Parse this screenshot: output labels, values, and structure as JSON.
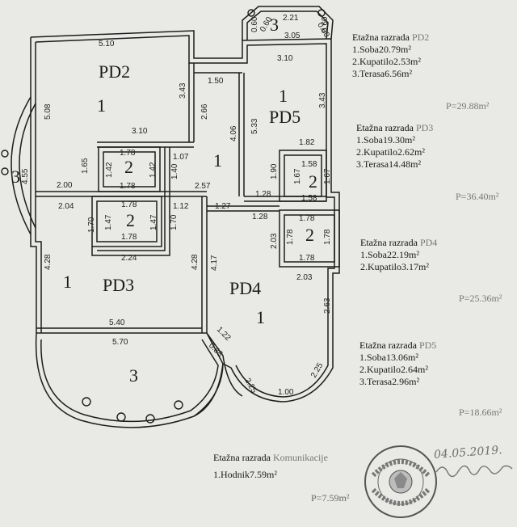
{
  "plan": {
    "labels": {
      "pd2": "PD2",
      "pd3": "PD3",
      "pd4": "PD4",
      "pd5": "PD5",
      "r1": "1",
      "r2": "2",
      "r3": "3"
    },
    "dims": {
      "d510": "5.10",
      "d508": "5.08",
      "d343a": "3.43",
      "d310a": "3.10",
      "d165": "1.65",
      "d200": "2.00",
      "d455": "4.55",
      "d150": "1.50",
      "d266": "2.66",
      "d406": "4.06",
      "d107": "1.07",
      "d140": "1.40",
      "d257": "2.57",
      "d178a": "1.78",
      "d142a": "1.42",
      "d142b": "1.42",
      "d178b": "1.78",
      "d060a": "0.60",
      "d221": "2.21",
      "d060b": "0.60",
      "d060c": "0.60",
      "d305": "3.05",
      "d060d": "0.60",
      "d310b": "3.10",
      "d533": "5.33",
      "d343b": "3.43",
      "d182": "1.82",
      "d190": "1.90",
      "d128a": "1.28",
      "d158a": "1.58",
      "d167a": "1.67",
      "d167b": "1.67",
      "d158b": "1.58",
      "d204": "2.04",
      "d178c": "1.78",
      "d170a": "1.70",
      "d147a": "1.47",
      "d147b": "1.47",
      "d170b": "1.70",
      "d178d": "1.78",
      "d112": "1.12",
      "d127": "1.27",
      "d128b": "1.28",
      "d178e": "1.78",
      "d203a": "2.03",
      "d178f": "1.78",
      "d178g": "1.78",
      "d178h": "1.78",
      "d203b": "2.03",
      "d428a": "4.28",
      "d224": "2.24",
      "d428b": "4.28",
      "d417": "4.17",
      "d263": "2.63",
      "d540": "5.40",
      "d570": "5.70",
      "d088": "0.88",
      "d122": "1.22",
      "d225a": "2.25",
      "d225b": "2.25",
      "d100": "1.00"
    }
  },
  "summary": {
    "pd2": {
      "title": "Etažna razrada ",
      "code": "PD2",
      "rows": [
        {
          "name": "1.Soba",
          "value": "20.79m²"
        },
        {
          "name": "2.Kupatilo",
          "value": "2.53m²"
        },
        {
          "name": "3.Terasa",
          "value": "6.56m²"
        }
      ],
      "total": "P=29.88m²"
    },
    "pd3": {
      "title": "Etažna razrada ",
      "code": "PD3",
      "rows": [
        {
          "name": "1.Soba",
          "value": "19.30m²"
        },
        {
          "name": "2.Kupatilo",
          "value": "2.62m²"
        },
        {
          "name": "3.Terasa",
          "value": "14.48m²"
        }
      ],
      "total": "P=36.40m²"
    },
    "pd4": {
      "title": "Etažna razrada ",
      "code": "PD4",
      "rows": [
        {
          "name": "1.Soba",
          "value": "22.19m²"
        },
        {
          "name": "2.Kupatilo",
          "value": "3.17m²"
        }
      ],
      "total": "P=25.36m²"
    },
    "pd5": {
      "title": "Etažna razrada ",
      "code": "PD5",
      "rows": [
        {
          "name": "1.Soba",
          "value": "13.06m²"
        },
        {
          "name": "2.Kupatilo",
          "value": "2.64m²"
        },
        {
          "name": "3.Terasa",
          "value": "2.96m²"
        }
      ],
      "total": "P=18.66m²"
    },
    "kom": {
      "title": "Etažna razrada ",
      "code": "Komunikacije",
      "rows": [
        {
          "name": "1.Hodnik",
          "value": "7.59m²"
        }
      ],
      "total": "P=7.59m²"
    }
  },
  "annotation": {
    "date": "04.05.2019."
  }
}
